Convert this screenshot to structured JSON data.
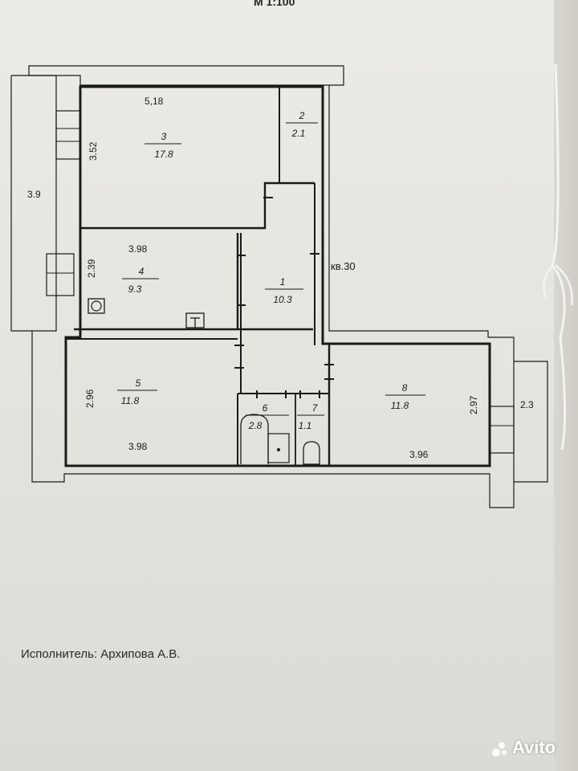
{
  "scale": "М 1:100",
  "apartment_label": "кв.30",
  "executor": "Исполнитель: Архипова А.В.",
  "watermark": "Avito",
  "rooms": [
    {
      "id": "room-1",
      "number": "1",
      "area": "10.3"
    },
    {
      "id": "room-2",
      "number": "2",
      "area": "2.1"
    },
    {
      "id": "room-3",
      "number": "3",
      "area": "17.8"
    },
    {
      "id": "room-4",
      "number": "4",
      "area": "9.3"
    },
    {
      "id": "room-5",
      "number": "5",
      "area": "11.8"
    },
    {
      "id": "room-6",
      "number": "6",
      "area": "2.8"
    },
    {
      "id": "room-7",
      "number": "7",
      "area": "1.1"
    },
    {
      "id": "room-8",
      "number": "8",
      "area": "11.8"
    }
  ],
  "dimensions": {
    "room3_width": "5,18",
    "room3_height": "3.52",
    "room4_width": "3.98",
    "room4_height": "2.39",
    "room5_width": "3.98",
    "room5_height": "2.96",
    "room8_width": "3.96",
    "room8_height": "2.97",
    "balcony_left": "3.9",
    "balcony_right": "2.3"
  },
  "colors": {
    "line": "#1a1a1a",
    "paper": "#e8e7e1"
  }
}
